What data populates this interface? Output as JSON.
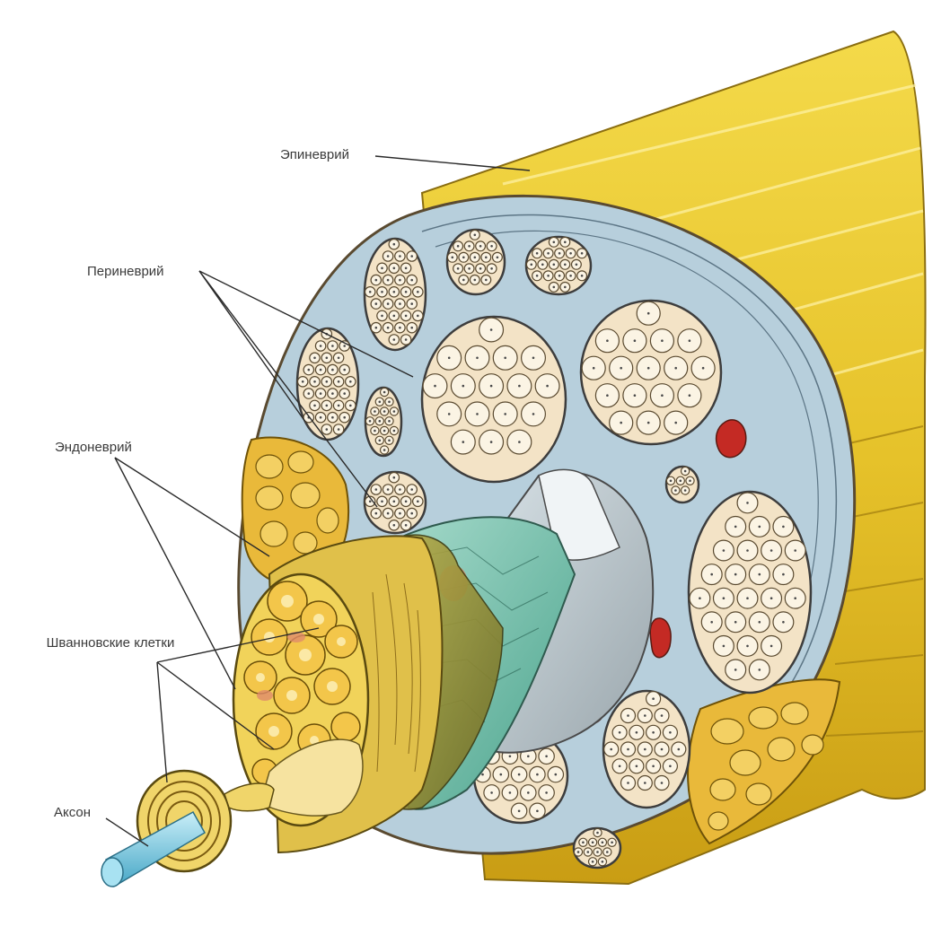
{
  "labels": {
    "epineurium": "Эпиневрий",
    "perineurium": "Периневрий",
    "endoneurium": "Эндоневрий",
    "schwann_cells": "Шванновские клетки",
    "axon": "Аксон"
  },
  "colors": {
    "epineurium_yellow": "#e8c62e",
    "perineurium_blue": "#b7cfdc",
    "fascicle_cream": "#f3e3c6",
    "fat_yellow": "#e9b93a",
    "vessel_red": "#c42a24",
    "axon_blue": "#7fd0e8",
    "myelin_teal": "#7fc9b6"
  }
}
